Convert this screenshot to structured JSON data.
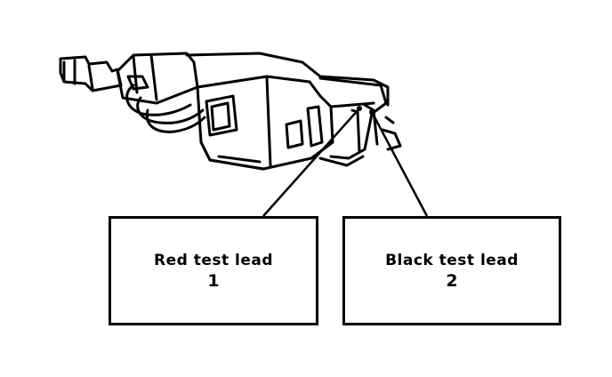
{
  "callouts": [
    {
      "text": "Red test lead",
      "number": "1"
    },
    {
      "text": "Black test lead",
      "number": "2"
    }
  ],
  "colors": {
    "ink": "#000000",
    "background": "#ffffff"
  },
  "icons": [
    "switch-connector-illustration"
  ]
}
